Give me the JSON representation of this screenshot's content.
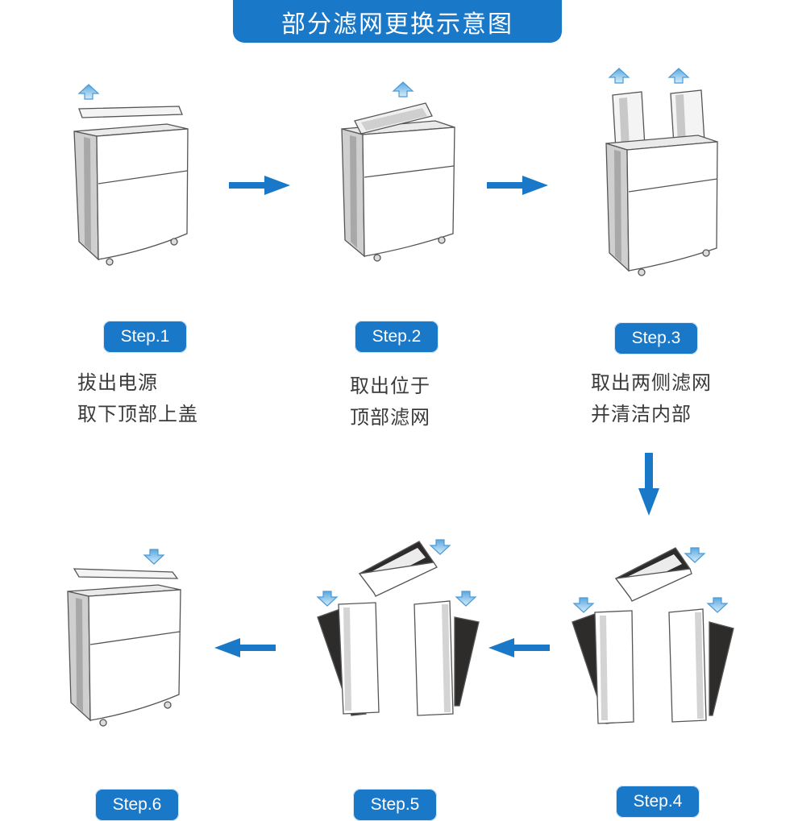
{
  "title": "部分滤网更换示意图",
  "steps": [
    {
      "badge": "Step.1",
      "line1": "拔出电源",
      "line2": "取下顶部上盖"
    },
    {
      "badge": "Step.2",
      "line1": "取出位于",
      "line2": "顶部滤网"
    },
    {
      "badge": "Step.3",
      "line1": "取出两侧滤网",
      "line2": "并清洁内部"
    },
    {
      "badge": "Step.4"
    },
    {
      "badge": "Step.5"
    },
    {
      "badge": "Step.6"
    }
  ],
  "colors": {
    "accent": "#1a78c8",
    "filter_dark": "#2e2b2b",
    "outline": "#444444"
  }
}
